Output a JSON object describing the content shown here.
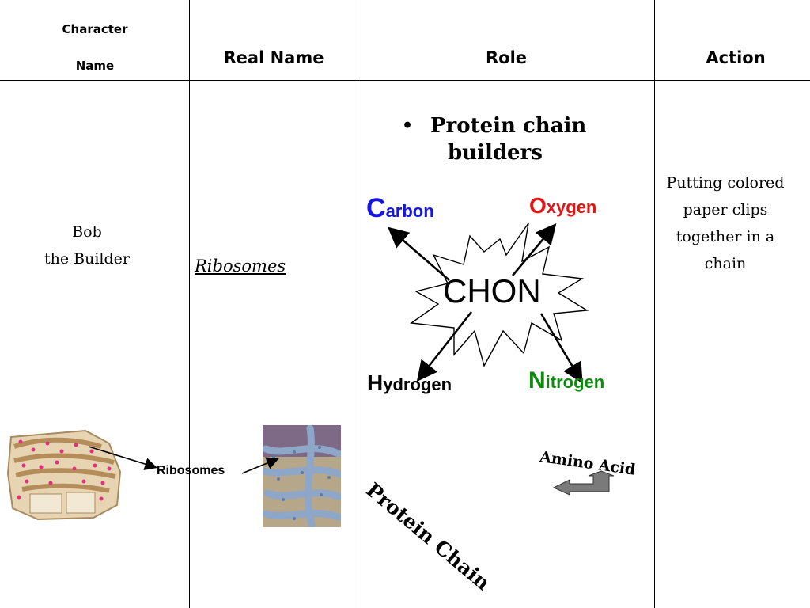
{
  "headers": {
    "character_line1": "Character",
    "character_line2": "Name",
    "real_name": "Real Name",
    "role": "Role",
    "action": "Action"
  },
  "character": {
    "line1": "Bob",
    "line2": "the Builder"
  },
  "real_name": {
    "value": "Ribosomes",
    "image_label": "Ribosomes"
  },
  "role": {
    "bullet_line1": "Protein chain",
    "bullet_line2": "builders",
    "center": "CHON",
    "elements": [
      {
        "initial": "C",
        "rest": "arbon",
        "color": "#1515e6"
      },
      {
        "initial": "O",
        "rest": "xygen",
        "color": "#e01515"
      },
      {
        "initial": "H",
        "rest": "ydrogen",
        "color": "#000000"
      },
      {
        "initial": "N",
        "rest": "itrogen",
        "color": "#0f8a0f"
      }
    ],
    "amino_acid": "Amino Acid",
    "protein_chain": "Protein Chain"
  },
  "action": {
    "lines": [
      "Putting colored",
      "paper clips",
      "together in a",
      "chain"
    ]
  }
}
